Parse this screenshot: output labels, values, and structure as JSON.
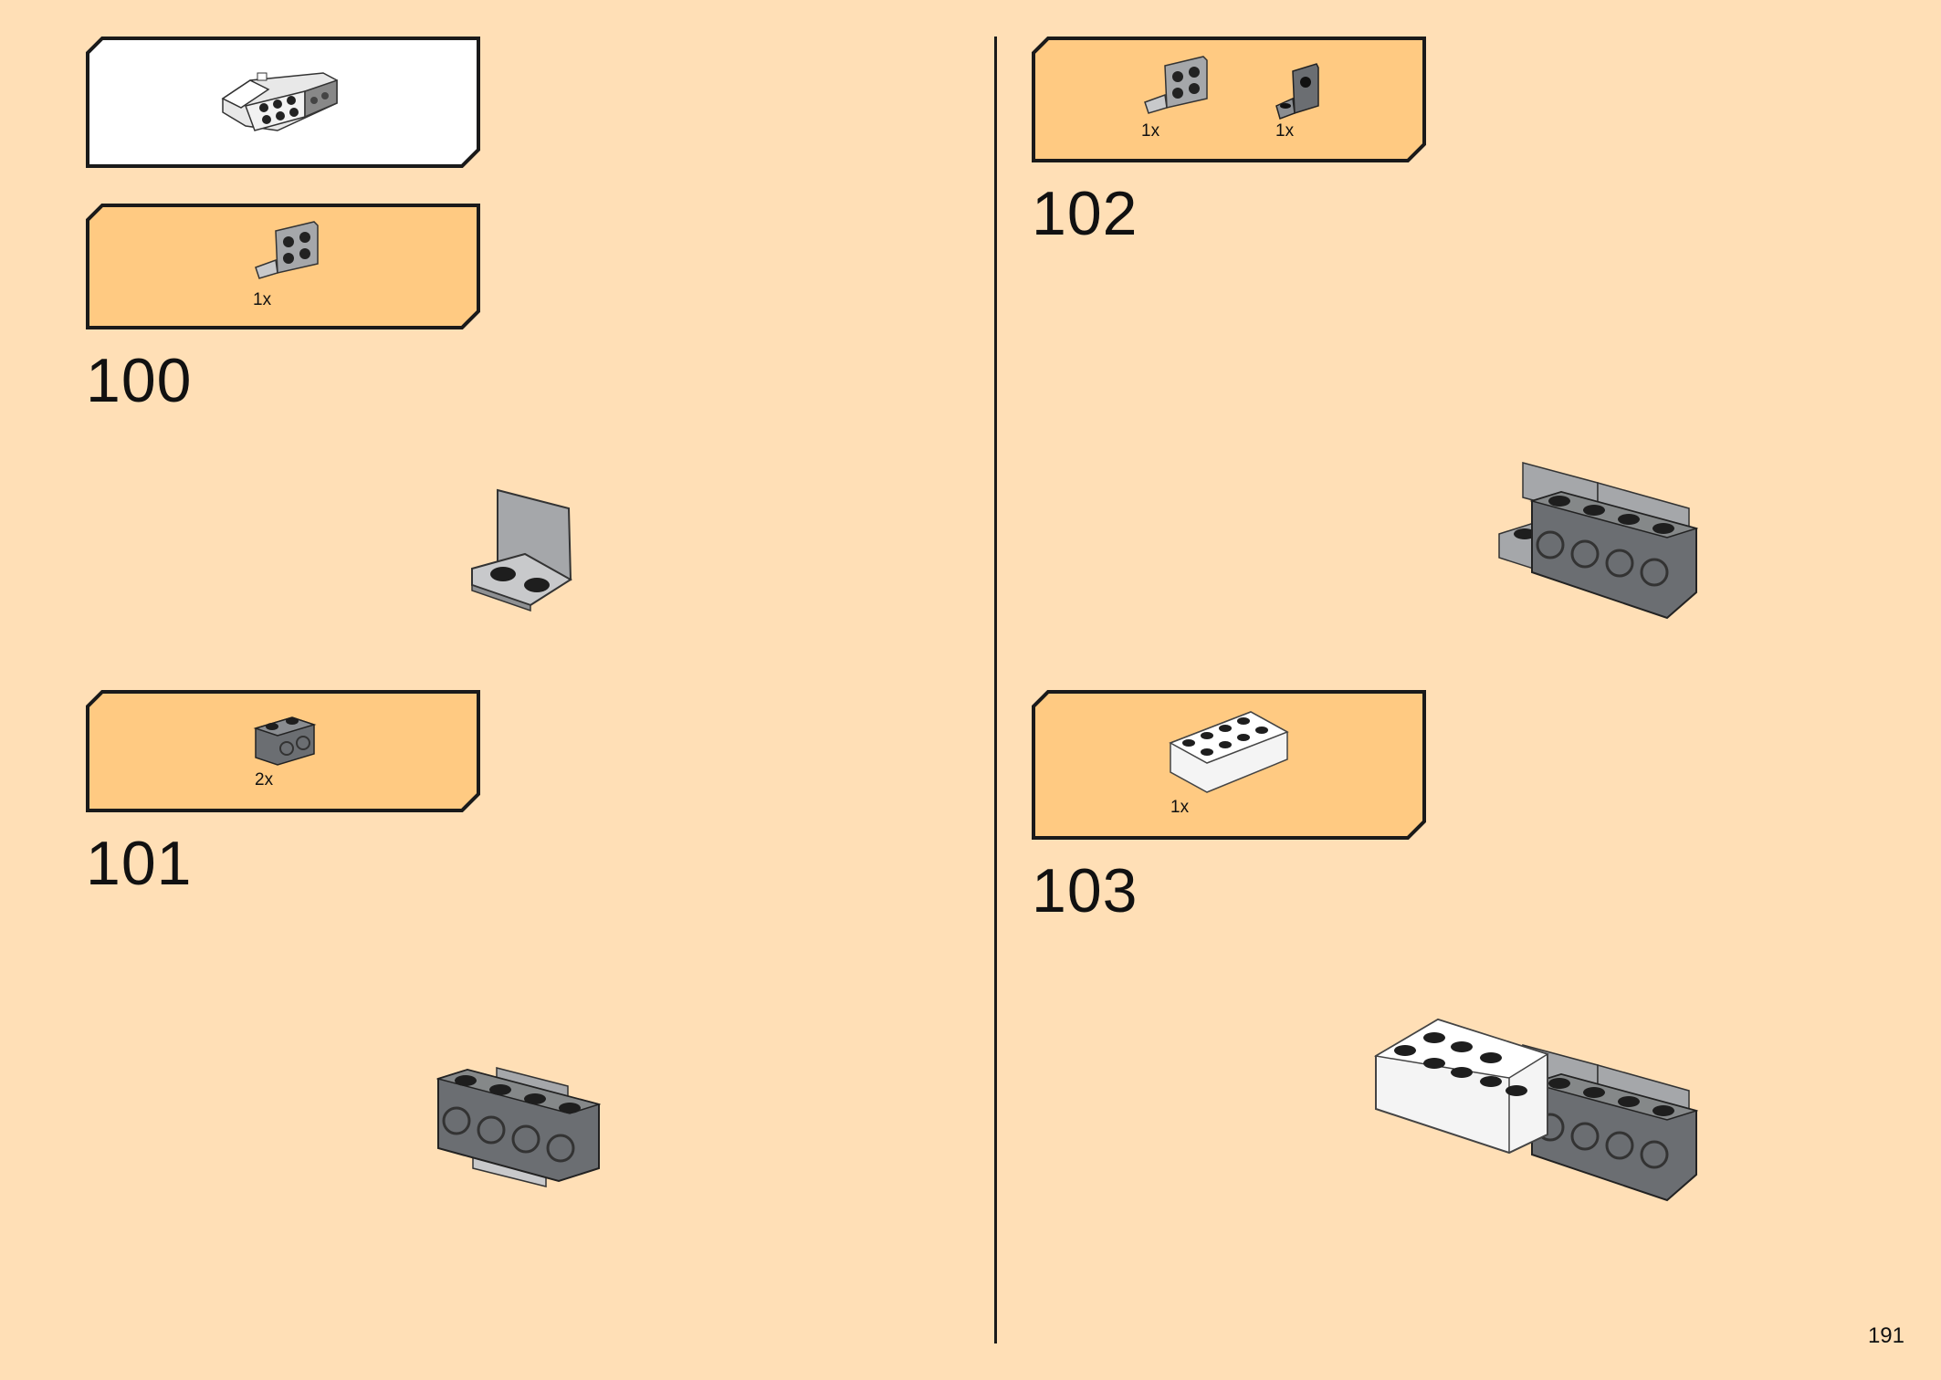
{
  "page": {
    "number": "191"
  },
  "colors": {
    "background": "#FFDFB6",
    "callout_fill": "#FFCA82",
    "submodel_fill": "#FFFFFF",
    "frame_stroke": "#1A1A1A",
    "piece_light_gray": "#A5A7AA",
    "piece_dark_gray": "#6B6E72",
    "piece_black": "#1E1E1E",
    "piece_white": "#F4F4F4"
  },
  "submodel_callout": {
    "icon": "submodel-assembly-icon"
  },
  "steps": [
    {
      "number": "100",
      "parts": [
        {
          "qty": "1x",
          "icon": "bracket-1x2-2x2-light-gray-icon"
        }
      ]
    },
    {
      "number": "101",
      "parts": [
        {
          "qty": "2x",
          "icon": "technic-brick-1x2-dark-gray-icon"
        }
      ]
    },
    {
      "number": "102",
      "parts": [
        {
          "qty": "1x",
          "icon": "bracket-1x2-2x2-light-gray-icon"
        },
        {
          "qty": "1x",
          "icon": "bracket-1x1-1x1-dark-gray-icon"
        }
      ]
    },
    {
      "number": "103",
      "parts": [
        {
          "qty": "1x",
          "icon": "brick-2x4-white-icon"
        }
      ]
    }
  ]
}
